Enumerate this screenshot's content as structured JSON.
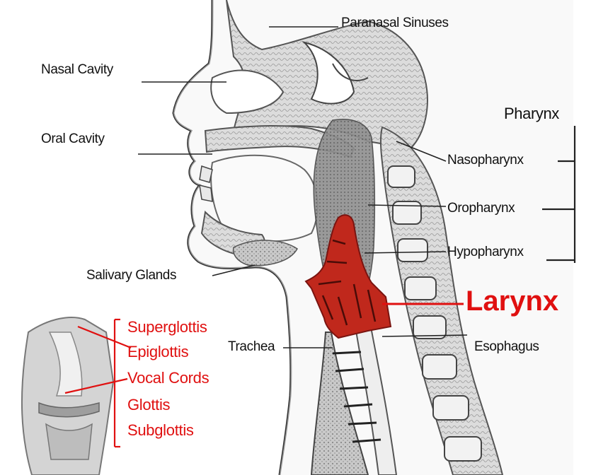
{
  "diagram": {
    "colors": {
      "larynx_fill": "#c0281c",
      "red_text": "#e01010",
      "ink": "#111111"
    },
    "labels": {
      "paranasal_sinuses": "Paranasal Sinuses",
      "nasal_cavity": "Nasal Cavity",
      "oral_cavity": "Oral Cavity",
      "pharynx": "Pharynx",
      "nasopharynx": "Nasopharynx",
      "oropharynx": "Oropharynx",
      "hypopharynx": "Hypopharynx",
      "salivary_glands": "Salivary Glands",
      "larynx": "Larynx",
      "trachea": "Trachea",
      "esophagus": "Esophagus"
    },
    "larynx_parts": {
      "supraglottis": "Superglottis",
      "epiglottis": "Epiglottis",
      "vocal_cords": "Vocal Cords",
      "glottis": "Glottis",
      "subglottis": "Subglottis"
    }
  }
}
